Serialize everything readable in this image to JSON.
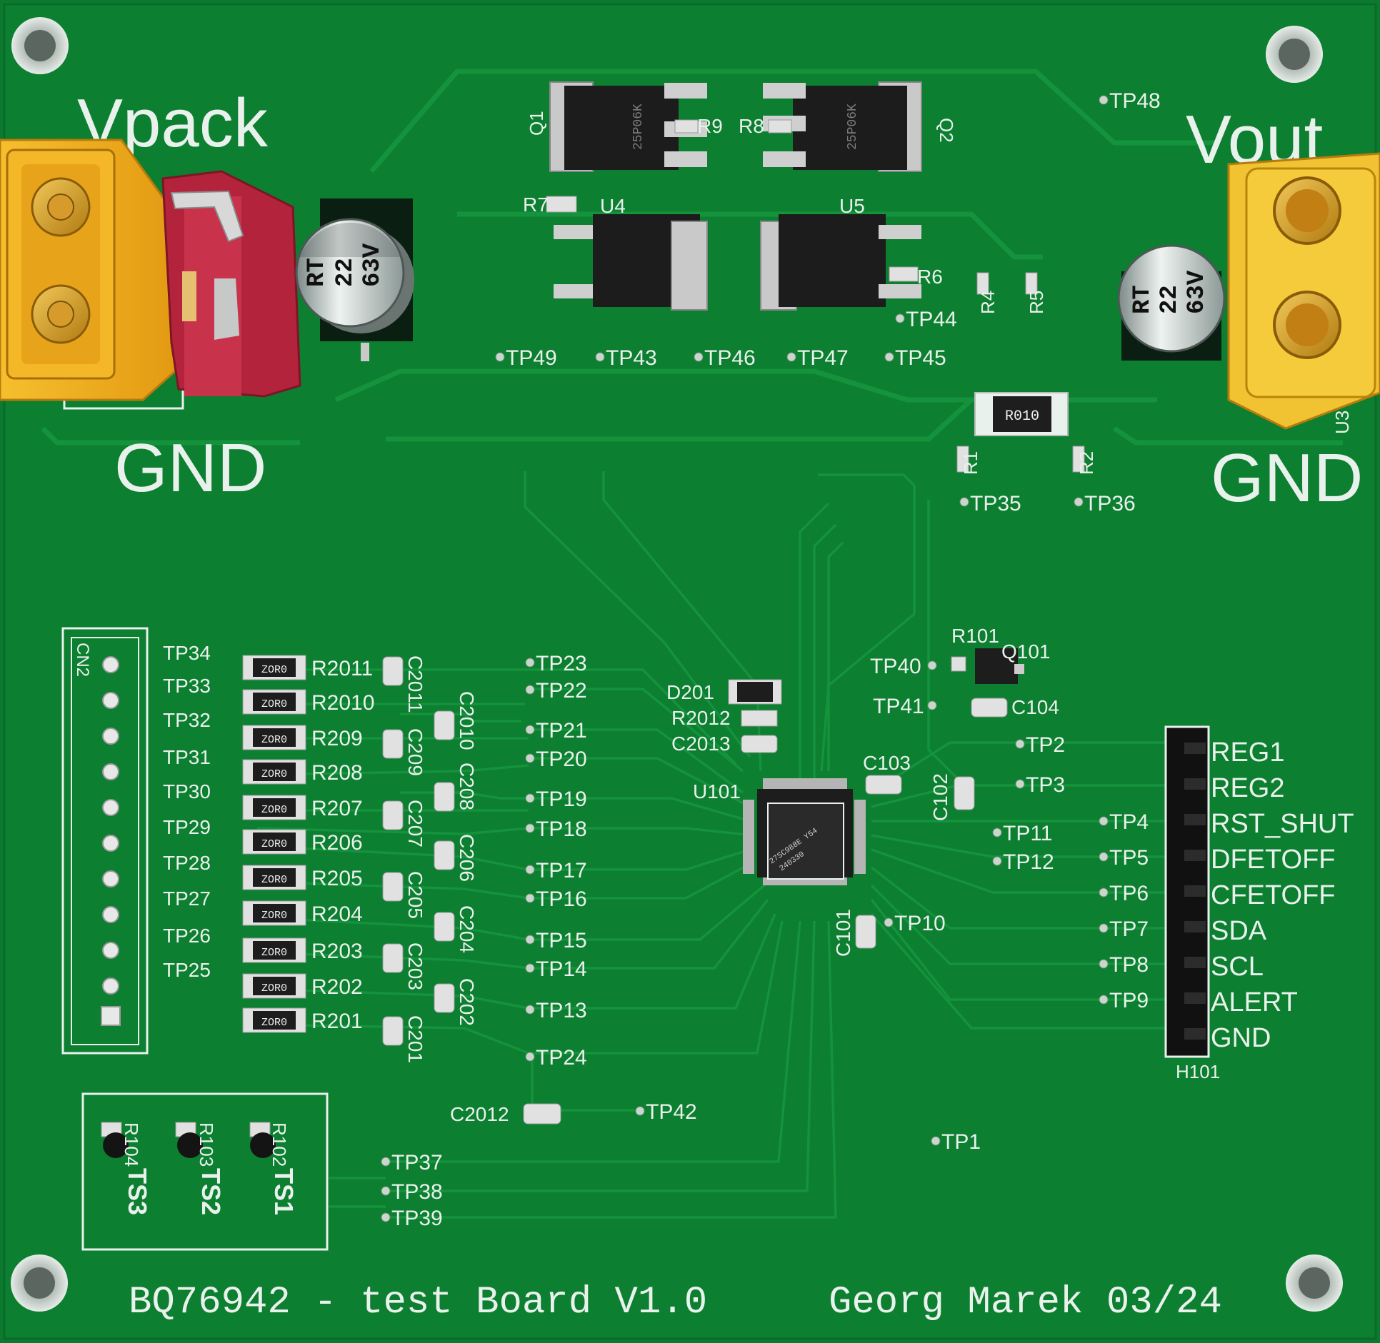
{
  "board": {
    "title": "BQ76942 - test Board V1.0",
    "author": "Georg Marek 03/24",
    "colors": {
      "solder_mask": "#0b7a2e",
      "copper_trace": "#14933c",
      "silkscreen": "#e9f1ec",
      "xt60_connector": "#e8a81c",
      "fuse_holder": "#b3243c"
    }
  },
  "power": {
    "vpack_label": "Vpack",
    "vout_label": "Vout",
    "gnd_left": "GND",
    "gnd_right": "GND",
    "cap_left": {
      "brand": "RT",
      "value": "22",
      "voltage": "63V"
    },
    "cap_right": {
      "brand": "RT",
      "value": "22",
      "voltage": "63V"
    },
    "connector_right_ref": "U3"
  },
  "fets": {
    "q1": "Q1",
    "q2": "Q2",
    "u4": "U4",
    "u5": "U5",
    "q_marking": "25P06K",
    "r9": "R9",
    "r8": "R8",
    "r7": "R7",
    "r6": "R6",
    "r5": "R5",
    "r4": "R4"
  },
  "sense": {
    "shunt_marking": "R010",
    "r1": "R1",
    "r2": "R2"
  },
  "testpoints": {
    "tp1": "TP1",
    "tp2": "TP2",
    "tp3": "TP3",
    "tp4": "TP4",
    "tp5": "TP5",
    "tp6": "TP6",
    "tp7": "TP7",
    "tp8": "TP8",
    "tp9": "TP9",
    "tp10": "TP10",
    "tp11": "TP11",
    "tp12": "TP12",
    "tp13": "TP13",
    "tp14": "TP14",
    "tp15": "TP15",
    "tp16": "TP16",
    "tp17": "TP17",
    "tp18": "TP18",
    "tp19": "TP19",
    "tp20": "TP20",
    "tp21": "TP21",
    "tp22": "TP22",
    "tp23": "TP23",
    "tp24": "TP24",
    "tp25": "TP25",
    "tp26": "TP26",
    "tp27": "TP27",
    "tp28": "TP28",
    "tp29": "TP29",
    "tp30": "TP30",
    "tp31": "TP31",
    "tp32": "TP32",
    "tp33": "TP33",
    "tp34": "TP34",
    "tp35": "TP35",
    "tp36": "TP36",
    "tp37": "TP37",
    "tp38": "TP38",
    "tp39": "TP39",
    "tp40": "TP40",
    "tp41": "TP41",
    "tp42": "TP42",
    "tp43": "TP43",
    "tp44": "TP44",
    "tp45": "TP45",
    "tp46": "TP46",
    "tp47": "TP47",
    "tp48": "TP48",
    "tp49": "TP49"
  },
  "cell_network": {
    "connector_ref": "CN2",
    "resistor_marking": "ZOR0",
    "resistors": [
      "R2011",
      "R2010",
      "R209",
      "R208",
      "R207",
      "R206",
      "R205",
      "R204",
      "R203",
      "R202",
      "R201"
    ],
    "caps_left": [
      "C2011",
      "C209",
      "C207",
      "C205",
      "C203",
      "C201"
    ],
    "caps_right": [
      "C2010",
      "C208",
      "C206",
      "C204",
      "C202"
    ]
  },
  "mcu": {
    "ref": "U101",
    "marking_line1": "27SC988E Y54",
    "marking_line2": "240330",
    "d201": "D201",
    "r2012": "R2012",
    "c2013": "C2013",
    "c2012": "C2012",
    "r101": "R101",
    "q101": "Q101",
    "c101": "C101",
    "c102": "C102",
    "c103": "C103",
    "c104": "C104"
  },
  "header": {
    "ref": "H101",
    "pins": [
      "REG1",
      "REG2",
      "RST_SHUT",
      "DFETOFF",
      "CFETOFF",
      "SDA",
      "SCL",
      "ALERT",
      "GND"
    ]
  },
  "thermistors": {
    "ts1": "TS1",
    "ts2": "TS2",
    "ts3": "TS3",
    "r102": "R102",
    "r103": "R103",
    "r104": "R104"
  }
}
